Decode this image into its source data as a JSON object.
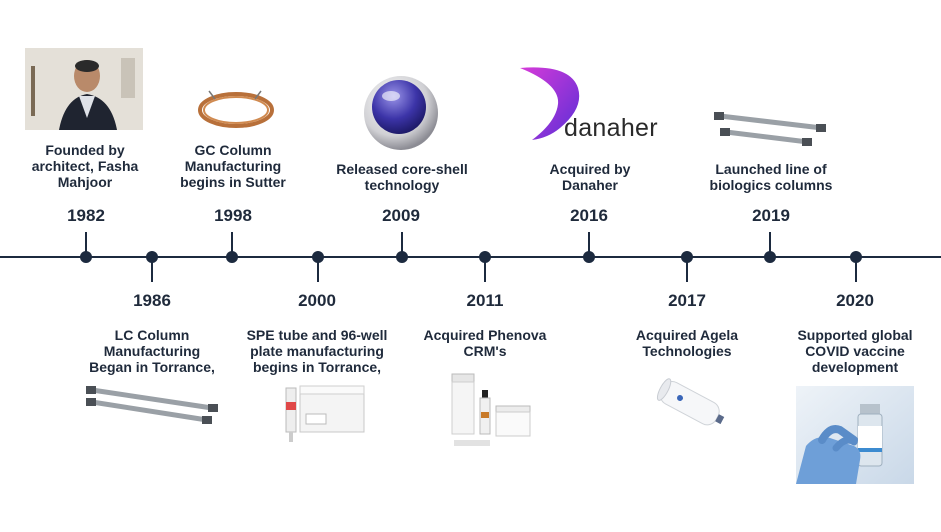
{
  "events": [
    {
      "year": "1982",
      "caption": "Founded by architect, Fasha Mahjoor"
    },
    {
      "year": "1986",
      "caption": "LC Column Manufacturing Began in Torrance,"
    },
    {
      "year": "1998",
      "caption": "GC Column Manufacturing begins in Sutter"
    },
    {
      "year": "2000",
      "caption": "SPE tube and 96-well plate manufacturing begins in Torrance,"
    },
    {
      "year": "2009",
      "caption": "Released core-shell technology"
    },
    {
      "year": "2011",
      "caption": "Acquired Phenova CRM's"
    },
    {
      "year": "2016",
      "caption": "Acquired by Danaher"
    },
    {
      "year": "2017",
      "caption": "Acquired Agela Technologies"
    },
    {
      "year": "2019",
      "caption": "Launched line of biologics columns"
    },
    {
      "year": "2020",
      "caption": "Supported global COVID vaccine development"
    }
  ],
  "logo": {
    "text": "danaher",
    "colors": [
      "#5b2fd6",
      "#d63ad9"
    ]
  },
  "colors": {
    "line": "#1c2a3f",
    "text": "#1f2a3b"
  }
}
